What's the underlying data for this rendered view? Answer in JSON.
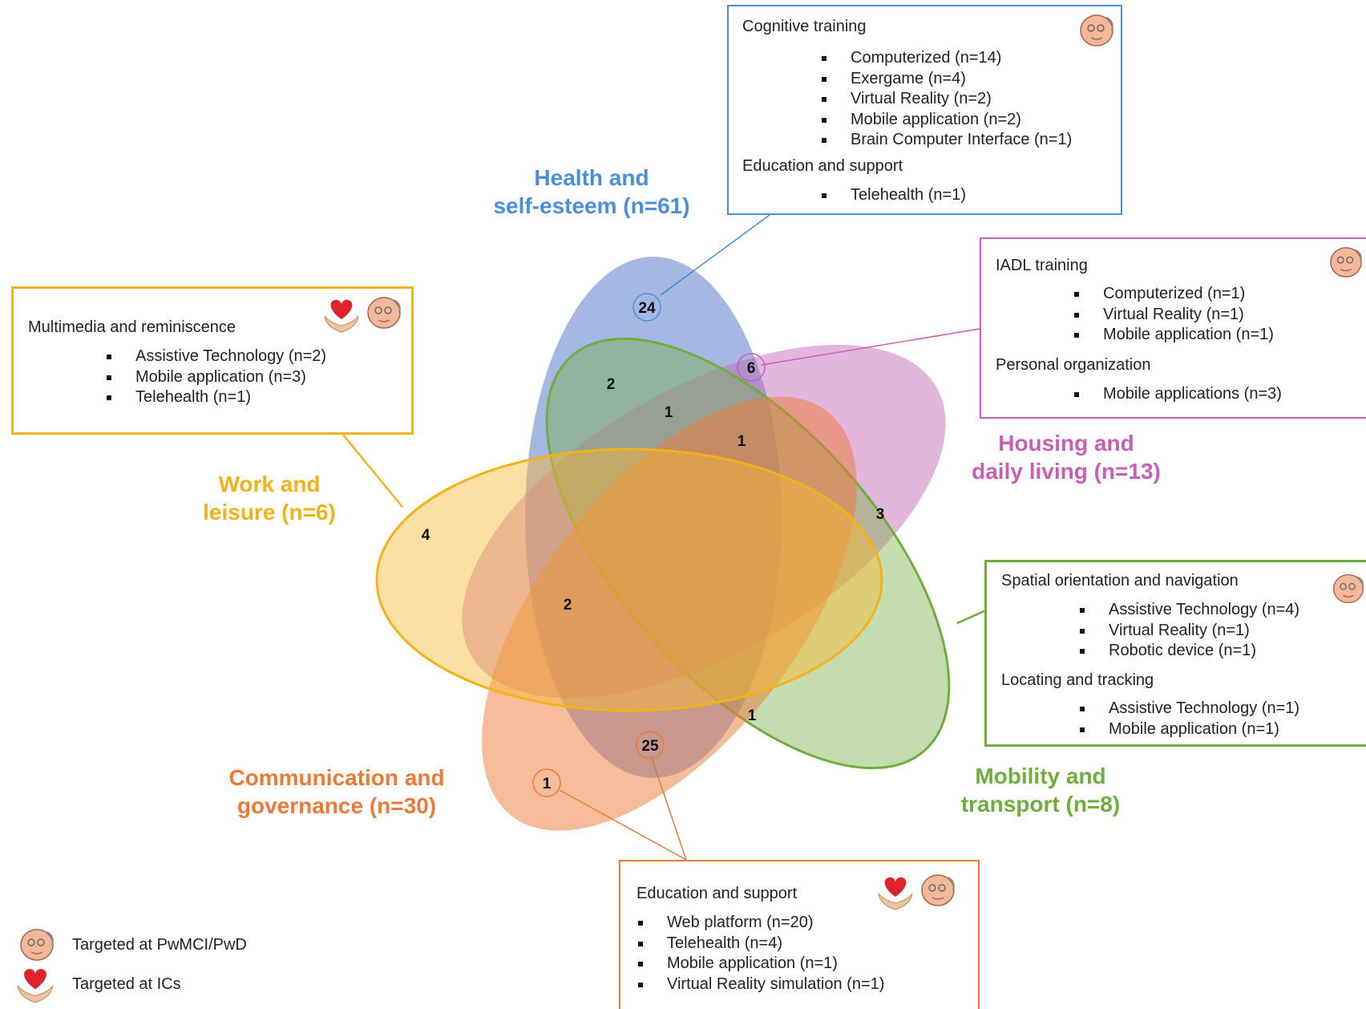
{
  "colors": {
    "health": "#4a90d9",
    "housing": "#c85fb5",
    "work": "#f2b21a",
    "communication": "#ec7a36",
    "mobility": "#6fae3e"
  },
  "icons": {
    "pwmci": "elderly-face-icon",
    "ic": "heart-in-hands-icon"
  },
  "areas": {
    "health": [
      "Health and",
      "self-esteem (n=61)"
    ],
    "housing": [
      "Housing and",
      "daily living (n=13)"
    ],
    "work": [
      "Work and",
      "leisure (n=6)"
    ],
    "communication": [
      "Communication and",
      "governance (n=30)"
    ],
    "mobility": [
      "Mobility and",
      "transport (n=8)"
    ]
  },
  "counts": {
    "health_only": "24",
    "health_mobility": "2",
    "health_mobility_communication": "1",
    "mobility_communication_housing": "1",
    "housing_only": "6",
    "mobility_housing": "3",
    "work_only": "4",
    "work_communication": "2",
    "mobility_communication": "1",
    "communication_health": "25",
    "communication_only": "1"
  },
  "boxes": {
    "health": {
      "sections": [
        {
          "title": "Cognitive training",
          "items": [
            "Computerized (n=14)",
            "Exergame (n=4)",
            "Virtual Reality (n=2)",
            "Mobile application (n=2)",
            "Brain Computer Interface (n=1)"
          ]
        },
        {
          "title": "Education and support",
          "items": [
            "Telehealth (n=1)"
          ]
        }
      ]
    },
    "housing": {
      "sections": [
        {
          "title": "IADL training",
          "items": [
            "Computerized (n=1)",
            "Virtual Reality (n=1)",
            "Mobile application (n=1)"
          ]
        },
        {
          "title": "Personal organization",
          "items": [
            "Mobile applications (n=3)"
          ]
        }
      ]
    },
    "work": {
      "sections": [
        {
          "title": "Multimedia and reminiscence",
          "items": [
            "Assistive Technology (n=2)",
            "Mobile application (n=3)",
            "Telehealth (n=1)"
          ]
        }
      ]
    },
    "mobility": {
      "sections": [
        {
          "title": "Spatial orientation and navigation",
          "items": [
            "Assistive Technology (n=4)",
            "Virtual Reality (n=1)",
            "Robotic device (n=1)"
          ]
        },
        {
          "title": "Locating and tracking",
          "items": [
            "Assistive Technology (n=1)",
            "Mobile application (n=1)"
          ]
        }
      ]
    },
    "communication": {
      "sections": [
        {
          "title": "Education and support",
          "items": [
            "Web platform (n=20)",
            "Telehealth (n=4)",
            "Mobile application (n=1)",
            "Virtual Reality simulation (n=1)"
          ]
        }
      ]
    }
  },
  "legend": {
    "pwmci": "Targeted at PwMCI/PwD",
    "ic": "Targeted at ICs"
  }
}
